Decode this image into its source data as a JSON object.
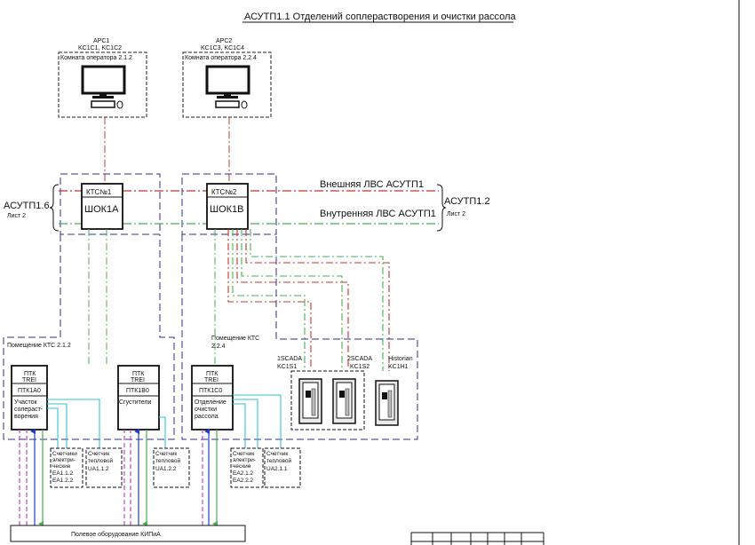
{
  "title": "АСУТП1.1 Отделений соплерастворения и очистки рассола",
  "colors": {
    "external_lan": "#c0392b",
    "internal_lan": "#4caf50",
    "cyan_link": "#35c2d6",
    "blue_link": "#1f3bd1",
    "magenta_link": "#c244c6",
    "navy_zone": "#2b2f8f"
  },
  "workstations": [
    {
      "id": "ws1",
      "name": "APC1",
      "ids": "KC1C1, KC1C2",
      "room": "Комната оператора 2.1.2"
    },
    {
      "id": "ws2",
      "name": "APC2",
      "ids": "KC1C3, KC1C4",
      "room": "Комната оператора 2.2.4"
    }
  ],
  "ktc": [
    {
      "label": "КТС№1",
      "cabinet": "ШОК1А"
    },
    {
      "label": "КТС№2",
      "cabinet": "ШОК1В"
    }
  ],
  "networks": {
    "external": "Внешняя ЛВС АСУТП1",
    "internal": "Внутренняя ЛВС АСУТП1"
  },
  "left_ref": {
    "name": "АСУТП1.6",
    "sheet": "Лист 2"
  },
  "right_ref": {
    "name": "АСУТП1.2",
    "sheet": "Лист 2"
  },
  "rooms": [
    {
      "label": "Помещение КТС 2.1.2"
    },
    {
      "label": "Помещение КТС\n2.2.4"
    }
  ],
  "ptk": [
    {
      "title": "ПТК\nTREI",
      "id": "ПТК1А0",
      "desc": "Участок\nсолераст-\nворения"
    },
    {
      "title": "ПТК\nTREI",
      "id": "ПТК1В0",
      "desc": "Сгустители"
    },
    {
      "title": "ПТК\nTREI",
      "id": "ПТК1С0",
      "desc": "Отделение\nочистки\nрассола"
    }
  ],
  "servers": [
    {
      "name": "1SCADA",
      "id": "KC1S1"
    },
    {
      "name": "2SCADA",
      "id": "KC1S2"
    },
    {
      "name": "Historian",
      "id": "KC1H1"
    }
  ],
  "meters": [
    {
      "lines": "Счетчики\nэлектри-\nческие\nEA1.1.2\nEA1.2.2"
    },
    {
      "lines": "Счетчик\nтепловой\nUA1.1.2"
    },
    {
      "lines": "Счетчик\nтепловой\nUA1.2.2"
    },
    {
      "lines": "Счетчик\nэлектри-\nческие\nEA2.1.2\nEA2.2.2"
    },
    {
      "lines": "Счетчик\nтепловой\nUA2.1.1"
    }
  ],
  "field": "Полевое оборудование КИПиА"
}
